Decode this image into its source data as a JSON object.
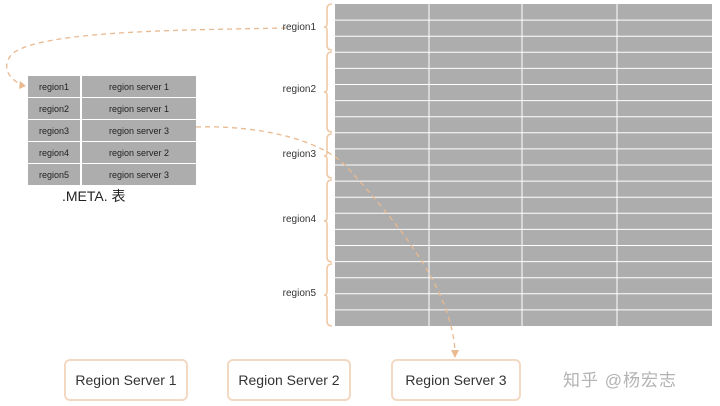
{
  "meta_table": {
    "caption": ".META. 表",
    "rows": [
      {
        "region": "region1",
        "server": "region server 1"
      },
      {
        "region": "region2",
        "server": "region server 1"
      },
      {
        "region": "region3",
        "server": "region server 3"
      },
      {
        "region": "region4",
        "server": "region server 2"
      },
      {
        "region": "region5",
        "server": "region server 3"
      }
    ]
  },
  "regions": [
    "region1",
    "region2",
    "region3",
    "region4",
    "region5"
  ],
  "region_servers": [
    "Region Server 1",
    "Region Server 2",
    "Region Server 3"
  ],
  "watermark": "知乎 @杨宏志",
  "colors": {
    "table_fill": "#adadad",
    "arrow": "#e9b98f",
    "bracket": "#f0c9a5",
    "server_border": "#f3d9c1"
  }
}
